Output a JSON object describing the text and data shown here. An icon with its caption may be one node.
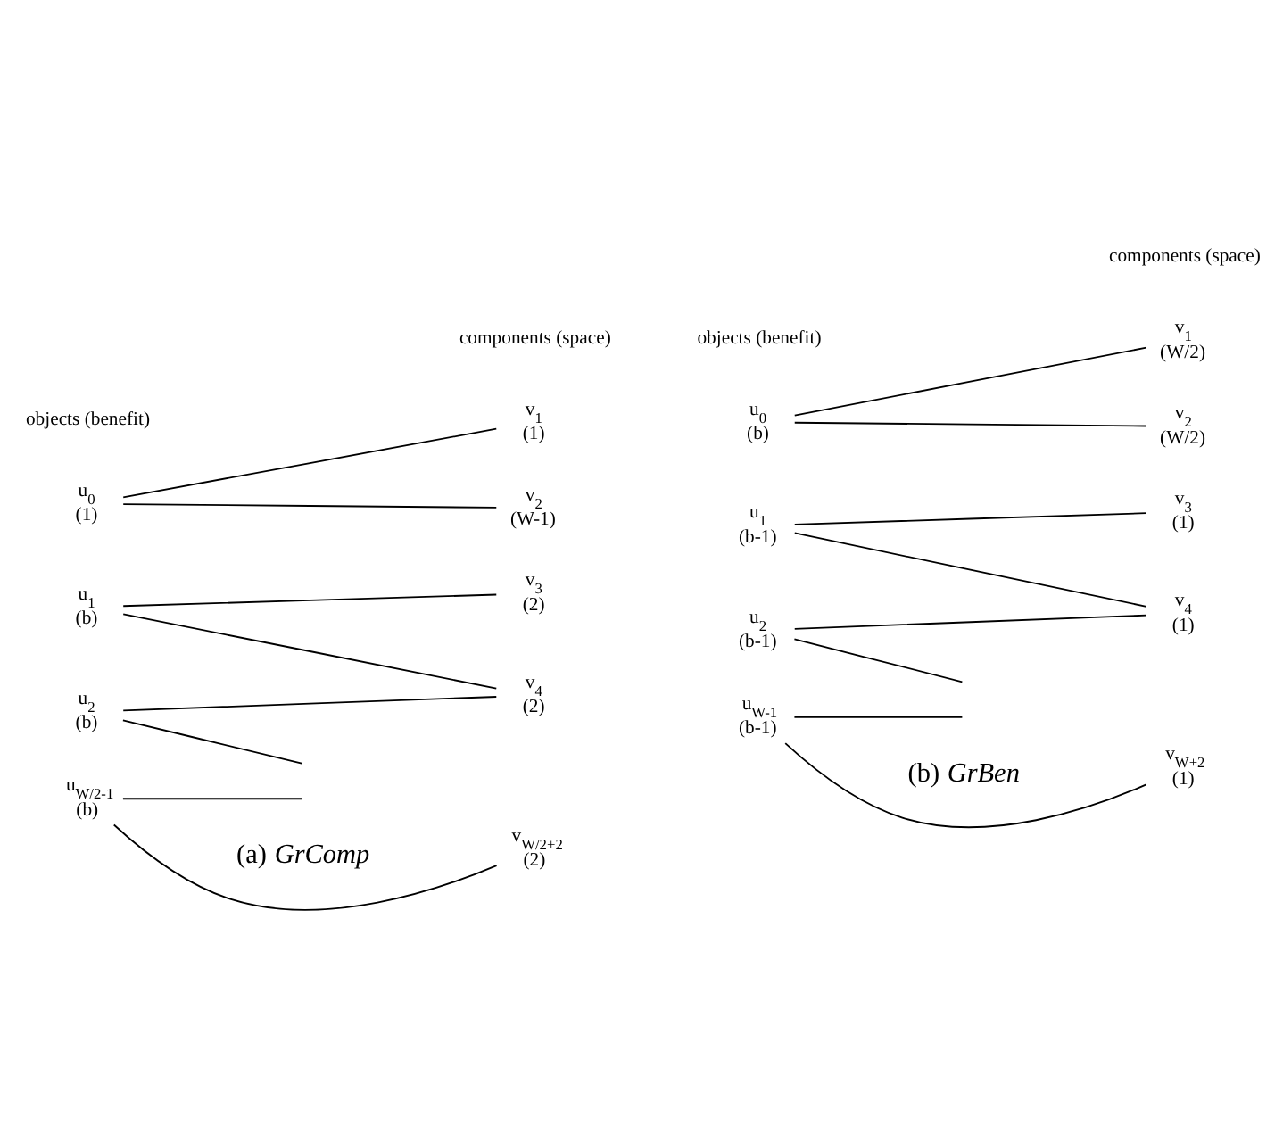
{
  "diagram": {
    "nodes": [
      {
        "text": [
          "u$_{0}$",
          "(1)"
        ]
      },
      {
        "text": [
          "v$_{1}$",
          "(1)"
        ]
      },
      {
        "text": [
          "v$_{2}$",
          "(W-1)"
        ]
      },
      {
        "text": [
          "u$_{1}$",
          "(b)"
        ]
      },
      {
        "text": [
          "v$_{3}$",
          "(2)"
        ]
      },
      {
        "text": [
          "v$_{4}$",
          "(2)"
        ]
      },
      {
        "text": [
          "u$_{2}$",
          "(b)"
        ]
      },
      {
        "text": [
          "u$_{W/2-1}$",
          "(b)"
        ]
      },
      {
        "text": [
          "v$_{W/2+2}$",
          "(2)"
        ]
      },
      {
        "text": [
          "u$_{0}$",
          "(b)"
        ]
      },
      {
        "text": [
          "v$_{1}$",
          "(W/2)"
        ]
      },
      {
        "text": [
          "v$_{2}$",
          "(W/2)"
        ]
      },
      {
        "text": [
          "u$_{1}$",
          "(b-1)"
        ]
      },
      {
        "text": [
          "v$_{3}$",
          "(1)"
        ]
      },
      {
        "text": [
          "v$_{4}$",
          "(1)"
        ]
      },
      {
        "text": [
          "u$_{2}$",
          "(b-1)"
        ]
      },
      {
        "text": [
          "u$_{W-1}$",
          "(b-1)"
        ]
      },
      {
        "text": [
          "v$_{W+2}$",
          "(1)"
        ]
      }
    ],
    "edges": [
      {
        "from": 0,
        "to": 1,
        "arrow": "none"
      },
      {
        "from": 0,
        "to": 2,
        "arrow": "none"
      },
      {
        "from": 3,
        "to": 4,
        "arrow": "none"
      },
      {
        "from": 3,
        "to": 5,
        "arrow": "none"
      },
      {
        "from": 6,
        "to": 5,
        "arrow": "none"
      },
      {
        "from": 6,
        "to": null,
        "arrow": "none"
      },
      {
        "from": null,
        "to": 7,
        "arrow": "none"
      },
      {
        "from": 7,
        "to": 8,
        "arrow": "none"
      },
      {
        "from": 9,
        "to": 10,
        "arrow": "none"
      },
      {
        "from": 9,
        "to": 11,
        "arrow": "none"
      },
      {
        "from": 12,
        "to": 13,
        "arrow": "none"
      },
      {
        "from": 12,
        "to": 14,
        "arrow": "none"
      },
      {
        "from": 15,
        "to": 14,
        "arrow": "none"
      },
      {
        "from": 15,
        "to": null,
        "arrow": "none"
      },
      {
        "from": null,
        "to": 16,
        "arrow": "none"
      },
      {
        "from": 16,
        "to": 17,
        "arrow": "none"
      }
    ],
    "labels": [
      "objects (benefit)",
      "components (space)",
      "objects (benefit)",
      "components (space)",
      "(a) *GrComp*",
      "(b) *GrBen*"
    ]
  }
}
